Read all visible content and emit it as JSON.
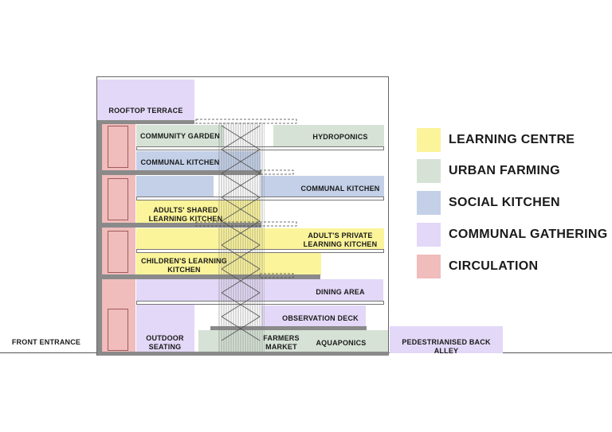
{
  "colors": {
    "learning_centre": "#fbf49a",
    "urban_farming": "#d6e2d6",
    "social_kitchen": "#c3d0e8",
    "communal_gathering": "#e3d8f7",
    "circulation": "#f0bcbc",
    "structure": "#8a8a8a",
    "outline": "#555555"
  },
  "legend": [
    {
      "label": "LEARNING CENTRE",
      "color": "#fbf49a"
    },
    {
      "label": "URBAN FARMING",
      "color": "#d6e2d6"
    },
    {
      "label": "SOCIAL KITCHEN",
      "color": "#c3d0e8"
    },
    {
      "label": "COMMUNAL GATHERING",
      "color": "#e3d8f7"
    },
    {
      "label": "CIRCULATION",
      "color": "#f0bcbc"
    }
  ],
  "labels": {
    "rooftop_terrace": "ROOFTOP TERRACE",
    "community_garden": "COMMUNITY GARDEN",
    "hydroponics": "HYDROPONICS",
    "communal_kitchen_left": "COMMUNAL KITCHEN",
    "communal_kitchen_right": "COMMUNAL KITCHEN",
    "adults_shared_line1": "ADULTS' SHARED",
    "adults_shared_line2": "LEARNING KITCHEN",
    "adults_private_line1": "ADULT'S PRIVATE",
    "adults_private_line2": "LEARNING KITCHEN",
    "childrens_line1": "CHILDREN'S LEARNING",
    "childrens_line2": "KITCHEN",
    "dining_area": "DINING AREA",
    "observation_deck": "OBSERVATION DECK",
    "outdoor_line1": "OUTDOOR",
    "outdoor_line2": "SEATING",
    "farmers_line1": "FARMERS",
    "farmers_line2": "MARKET",
    "aquaponics": "AQUAPONICS",
    "front_entrance": "FRONT ENTRANCE",
    "back_alley": "PEDESTRIANISED BACK ALLEY"
  }
}
